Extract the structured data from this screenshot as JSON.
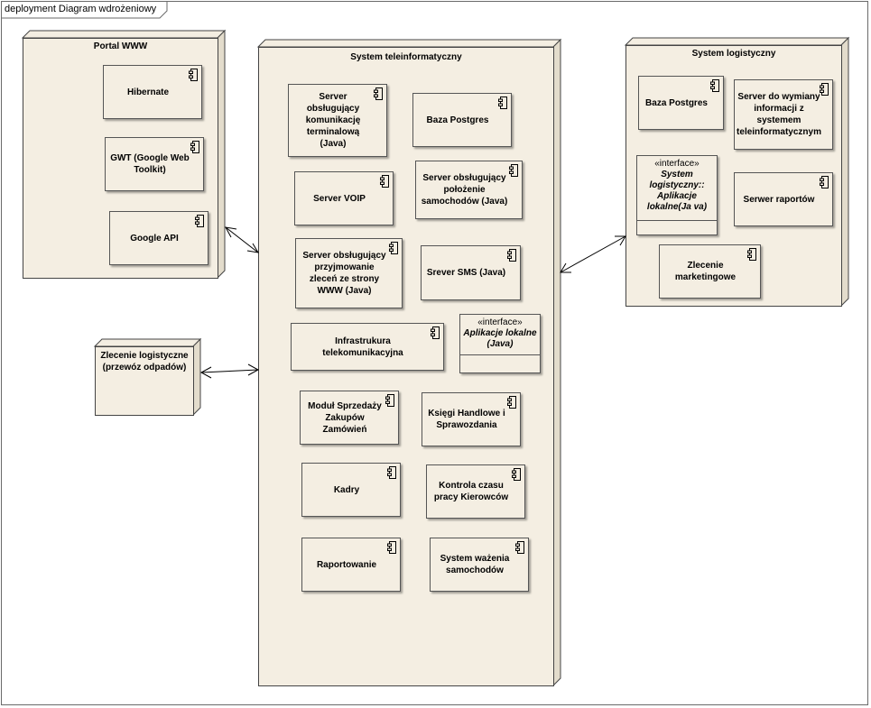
{
  "diagram": {
    "title": "deployment Diagram wdrożeniowy"
  },
  "nodes": {
    "portal": {
      "title": "Portal WWW",
      "components": [
        "Hibernate",
        "GWT (Google Web Toolkit)",
        "Google API"
      ]
    },
    "system": {
      "title": "System teleinformatyczny",
      "components": [
        "Server obsługujący komunikację terminalową (Java)",
        "Baza Postgres",
        "Server VOIP",
        "Server obsługujący położenie samochodów (Java)",
        "Server obsługujący przyjmowanie zleceń ze strony WWW (Java)",
        "Srever SMS (Java)",
        "Infrastrukura telekomunikacyjna",
        "Moduł Sprzedaży Zakupów Zamówień",
        "Księgi Handlowe i Sprawozdania",
        "Kadry",
        "Kontrola czasu pracy Kierowców",
        "Raportowanie",
        "System ważenia samochodów"
      ],
      "interface": {
        "stereotype": "«interface»",
        "name": "Aplikacje lokalne (Java)"
      }
    },
    "logistics": {
      "title": "System logistyczny",
      "components": [
        "Baza Postgres",
        "Server do wymiany informacji z systemem teleinformatycznym",
        "Serwer raportów",
        "Zlecenie marketingowe"
      ],
      "interface": {
        "stereotype": "«interface»",
        "name": "System logistyczny:: Aplikacje lokalne(Ja va)"
      }
    },
    "order": {
      "title": "Zlecenie logistyczne (przewóz odpadów)"
    }
  },
  "colors": {
    "fill": "#f4eee2",
    "stroke": "#444444"
  }
}
